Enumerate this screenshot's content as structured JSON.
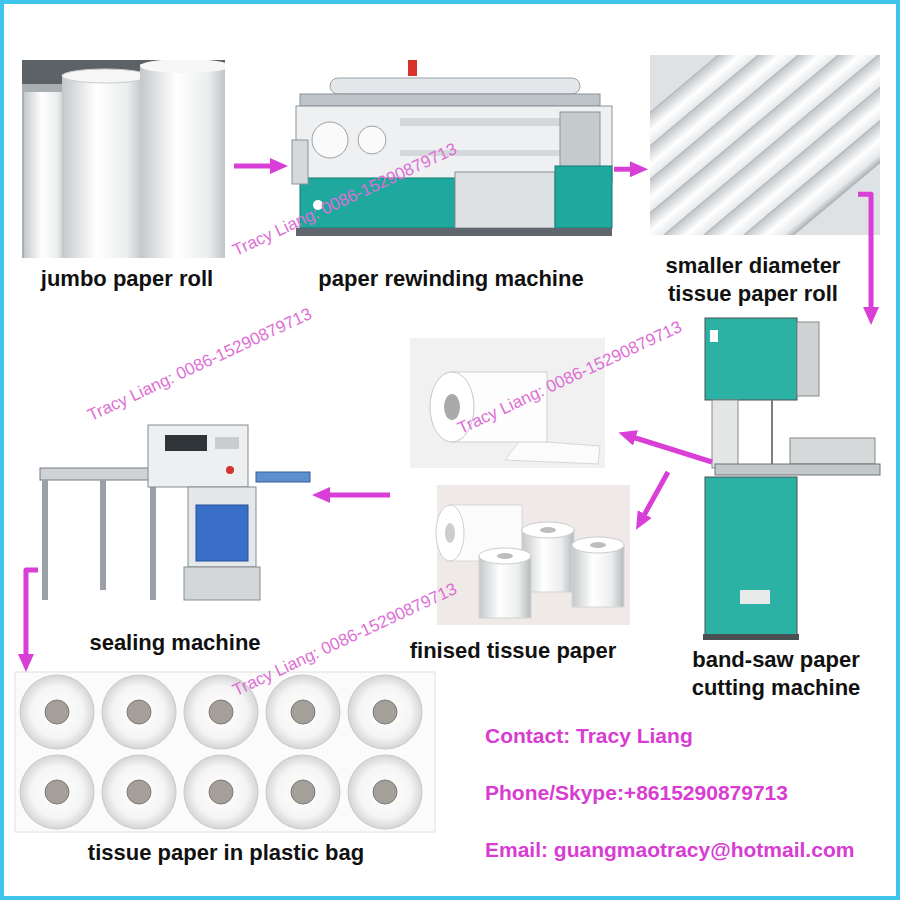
{
  "diagram": {
    "nodes": [
      {
        "text": [
          "jumbo paper roll"
        ]
      },
      {
        "text": [
          "paper rewinding machine"
        ]
      },
      {
        "text": [
          "smaller diameter tissue paper roll"
        ]
      },
      {
        "text": [
          "band-saw paper cutting machine"
        ]
      },
      {
        "text": [
          "finised tissue paper"
        ]
      },
      {
        "text": [
          "sealing machine"
        ]
      },
      {
        "text": [
          "tissue paper in plastic bag"
        ]
      }
    ],
    "edges": [
      {
        "from": 0,
        "to": 1,
        "arrow": "to"
      },
      {
        "from": 1,
        "to": 2,
        "arrow": "to"
      },
      {
        "from": 2,
        "to": 3,
        "arrow": "to"
      },
      {
        "from": 3,
        "to": 4,
        "arrow": "to"
      },
      {
        "from": 4,
        "to": 5,
        "arrow": "to"
      },
      {
        "from": 5,
        "to": 6,
        "arrow": "to"
      }
    ],
    "labels": [
      "Tracy Liang: 0086-15290879713",
      "Tracy Liang: 0086-15290879713",
      "Tracy Liang: 0086-15290879713",
      "Tracy Liang: 0086-15290879713",
      "Contact: Tracy Liang",
      "Phone/Skype:+8615290879713",
      "Email: guangmaotracy@hotmail.com"
    ]
  }
}
